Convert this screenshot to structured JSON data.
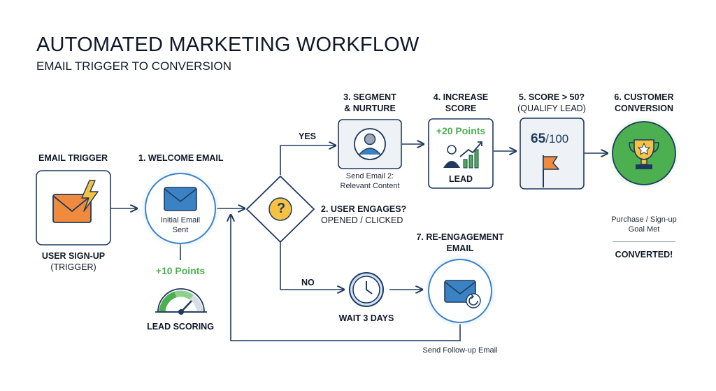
{
  "title": "AUTOMATED MARKETING WORKFLOW",
  "subtitle": "EMAIL TRIGGER TO CONVERSION",
  "trigger": {
    "heading": "EMAIL TRIGGER",
    "caption_line1": "USER SIGN-UP",
    "caption_line2": "(TRIGGER)",
    "icon": "email-lightning-icon"
  },
  "welcome": {
    "heading": "1. WELCOME EMAIL",
    "body_line1": "Initial Email",
    "body_line2": "Sent",
    "icon": "envelope-icon"
  },
  "scoring": {
    "points": "+10 Points",
    "label": "LEAD SCORING",
    "icon": "gauge-icon"
  },
  "decision": {
    "symbol": "?",
    "label_line1": "2. USER ENGAGES?",
    "label_line2": "OPENED / CLICKED",
    "yes": "YES",
    "no": "NO"
  },
  "segment": {
    "heading_line1": "3. SEGMENT",
    "heading_line2": "& NURTURE",
    "caption_line1": "Send Email 2:",
    "caption_line2": "Relevant Content",
    "icon": "user-profile-icon"
  },
  "increase": {
    "heading_line1": "4. INCREASE",
    "heading_line2": "SCORE",
    "points": "+20 Points",
    "label": "LEAD",
    "icon": "growth-chart-icon"
  },
  "qualify": {
    "heading_line1": "5. SCORE > 50?",
    "heading_line2": "(QUALIFY LEAD)",
    "score": "65",
    "max": "/100",
    "icon": "flag-icon"
  },
  "conversion": {
    "heading_line1": "6. CUSTOMER",
    "heading_line2": "CONVERSION",
    "caption_line1": "Purchase / Sign-up",
    "caption_line2": "Goal Met",
    "status": "CONVERTED!",
    "icon": "trophy-icon"
  },
  "wait": {
    "label": "WAIT 3 DAYS",
    "icon": "clock-icon"
  },
  "reengage": {
    "heading_line1": "7. RE-ENGAGEMENT",
    "heading_line2": "EMAIL",
    "caption": "Send Follow-up Email",
    "icon": "envelope-refresh-icon"
  },
  "colors": {
    "line": "#1e3a5f",
    "accent_blue": "#3b82c4",
    "green": "#4caf50",
    "orange": "#f08a3c",
    "box_fill": "#eef2f6"
  }
}
